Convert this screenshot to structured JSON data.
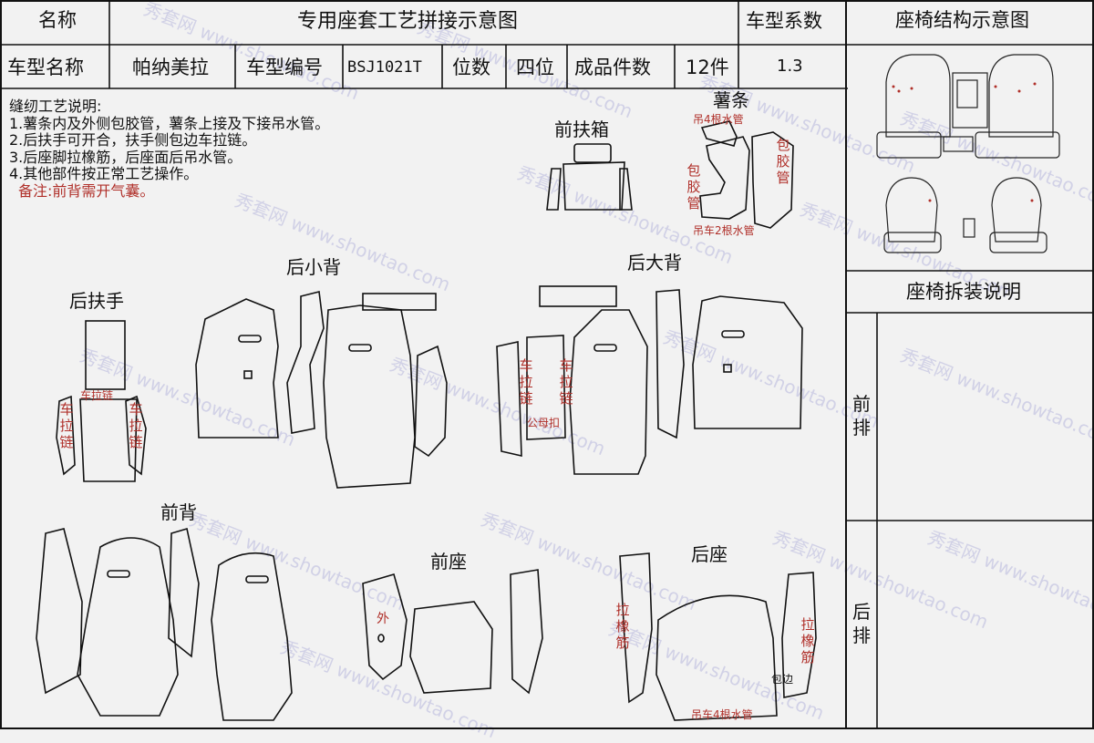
{
  "header": {
    "name_label": "名称",
    "title": "专用座套工艺拼接示意图",
    "coef_label": "车型系数",
    "structure_title": "座椅结构示意图"
  },
  "info_row": {
    "model_name_label": "车型名称",
    "model_name": "帕纳美拉",
    "model_code_label": "车型编号",
    "model_code": "BSJ1021T",
    "seats_label": "位数",
    "seats": "四位",
    "pieces_label": "成品件数",
    "pieces": "12件",
    "coef": "1.3"
  },
  "notes": {
    "heading": "缝纫工艺说明:",
    "items": [
      "1.薯条内及外侧包胶管，薯条上接及下接吊水管。",
      "2.后扶手可开合，扶手侧包边车拉链。",
      "3.后座脚拉橡筋，后座面后吊水管。",
      "4.其他部件按正常工艺操作。"
    ],
    "remark": "备注:前背需开气囊。"
  },
  "parts": {
    "front_armbox": "前扶箱",
    "chips": "薯条",
    "chips_top": "吊4根水管",
    "chips_left": "包胶管",
    "chips_right": "包胶管",
    "chips_bottom": "吊车2根水管",
    "rear_small_back": "后小背",
    "rear_big_back": "后大背",
    "rear_armrest": "后扶手",
    "armrest_zipper": "车拉链",
    "armrest_left": "车拉链",
    "armrest_right": "车拉链",
    "big_back_left": "车拉链",
    "big_back_right": "车拉链",
    "big_back_bottom": "公母扣",
    "front_back": "前背",
    "front_seat": "前座",
    "front_seat_outer": "外",
    "rear_seat": "后座",
    "rear_seat_left": "拉橡筋",
    "rear_seat_right": "拉橡筋",
    "rear_seat_edge": "包边",
    "rear_seat_bottom": "吊车4根水管"
  },
  "disassembly": {
    "title": "座椅拆装说明",
    "front_row": "前排",
    "rear_row": "后排"
  },
  "watermark": {
    "cn": "秀套网",
    "url": "www.showtao.com"
  }
}
